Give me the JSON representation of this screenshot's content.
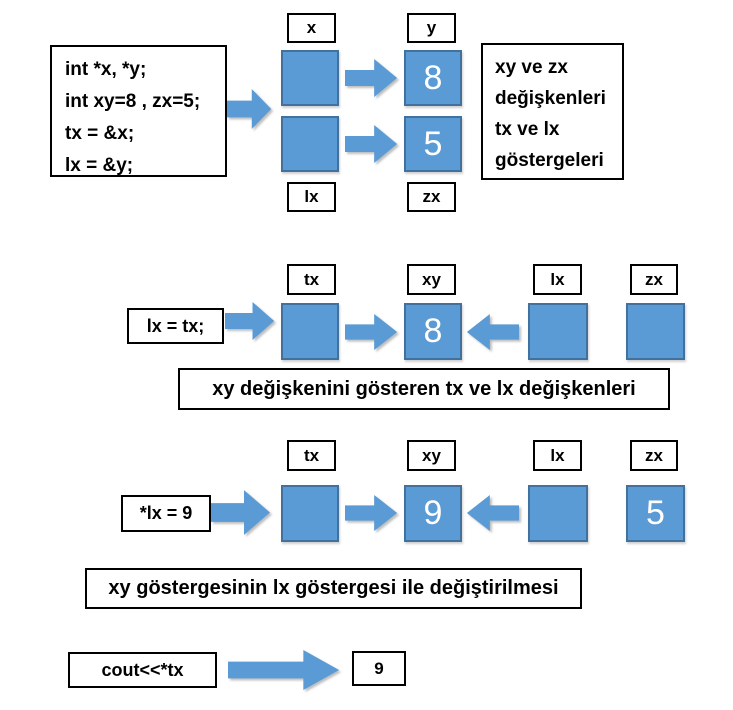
{
  "colors": {
    "square_fill": "#5B9BD5",
    "square_border": "#41719C",
    "arrow_fill": "#5B9BD5",
    "box_border": "#000000",
    "value_text": "#FFFFFF"
  },
  "s1": {
    "code_lines": [
      "int *x, *y;",
      "int xy=8 , zx=5;",
      "tx = &x;",
      "lx = &y;"
    ],
    "label_x": "x",
    "label_y": "y",
    "label_lx": "lx",
    "label_zx": "zx",
    "value_y": "8",
    "value_zx": "5",
    "note_lines": [
      "xy ve zx",
      "değişkenleri",
      "tx ve lx",
      "göstergeleri"
    ]
  },
  "s2": {
    "statement": "lx = tx;",
    "label_tx": "tx",
    "label_xy": "xy",
    "label_lx": "lx",
    "label_zx": "zx",
    "value_xy": "8",
    "caption": "xy değişkenini gösteren tx ve lx değişkenleri"
  },
  "s3": {
    "statement": "*lx = 9",
    "label_tx": "tx",
    "label_xy": "xy",
    "label_lx": "lx",
    "label_zx": "zx",
    "value_xy": "9",
    "value_zx": "5",
    "caption": "xy göstergesinin lx göstergesi ile değiştirilmesi"
  },
  "s4": {
    "statement": "cout<<*tx",
    "result": "9"
  }
}
